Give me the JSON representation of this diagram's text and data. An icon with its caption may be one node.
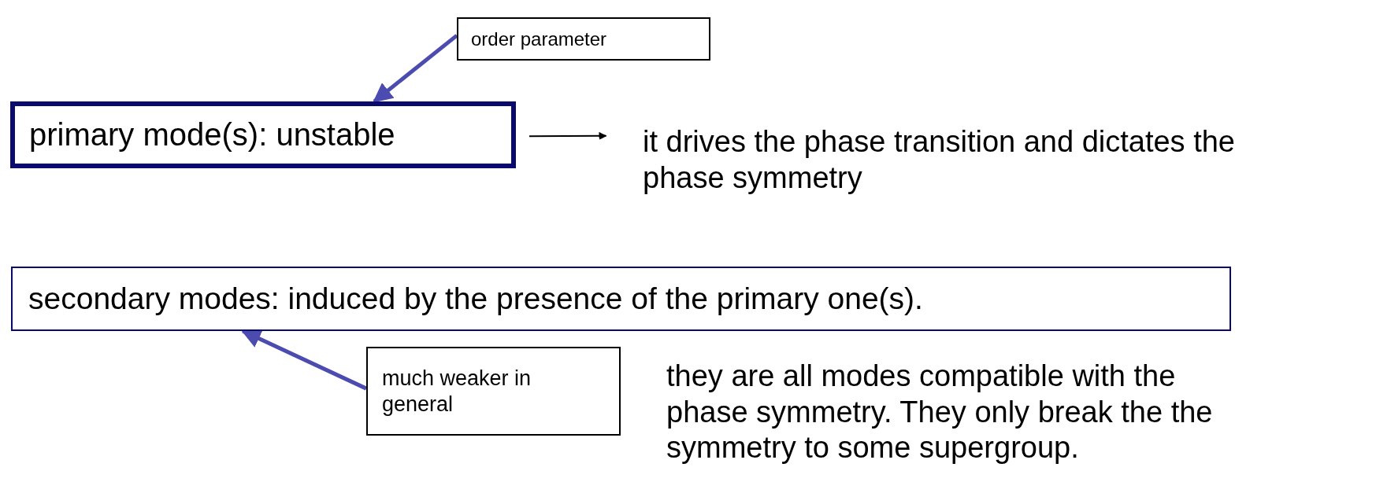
{
  "diagram": {
    "nodes": [
      {
        "text": [
          "order parameter"
        ]
      },
      {
        "text": [
          "primary mode(s): unstable"
        ]
      },
      {
        "text": [
          "it drives the phase transition and dictates the phase symmetry"
        ]
      },
      {
        "text": [
          "secondary modes: induced by the presence of the primary one(s)."
        ]
      },
      {
        "text": [
          "much weaker in general"
        ]
      }
    ],
    "edges": [
      {
        "from": 0,
        "to": 1,
        "arrow": "to"
      },
      {
        "from": 1,
        "to": 2,
        "arrow": "to",
        "color": "#000000"
      },
      {
        "from": 4,
        "to": 3,
        "arrow": "to"
      }
    ],
    "labels": [
      "they are all modes compatible with the phase symmetry. They only break the the symmetry to some supergroup."
    ]
  }
}
